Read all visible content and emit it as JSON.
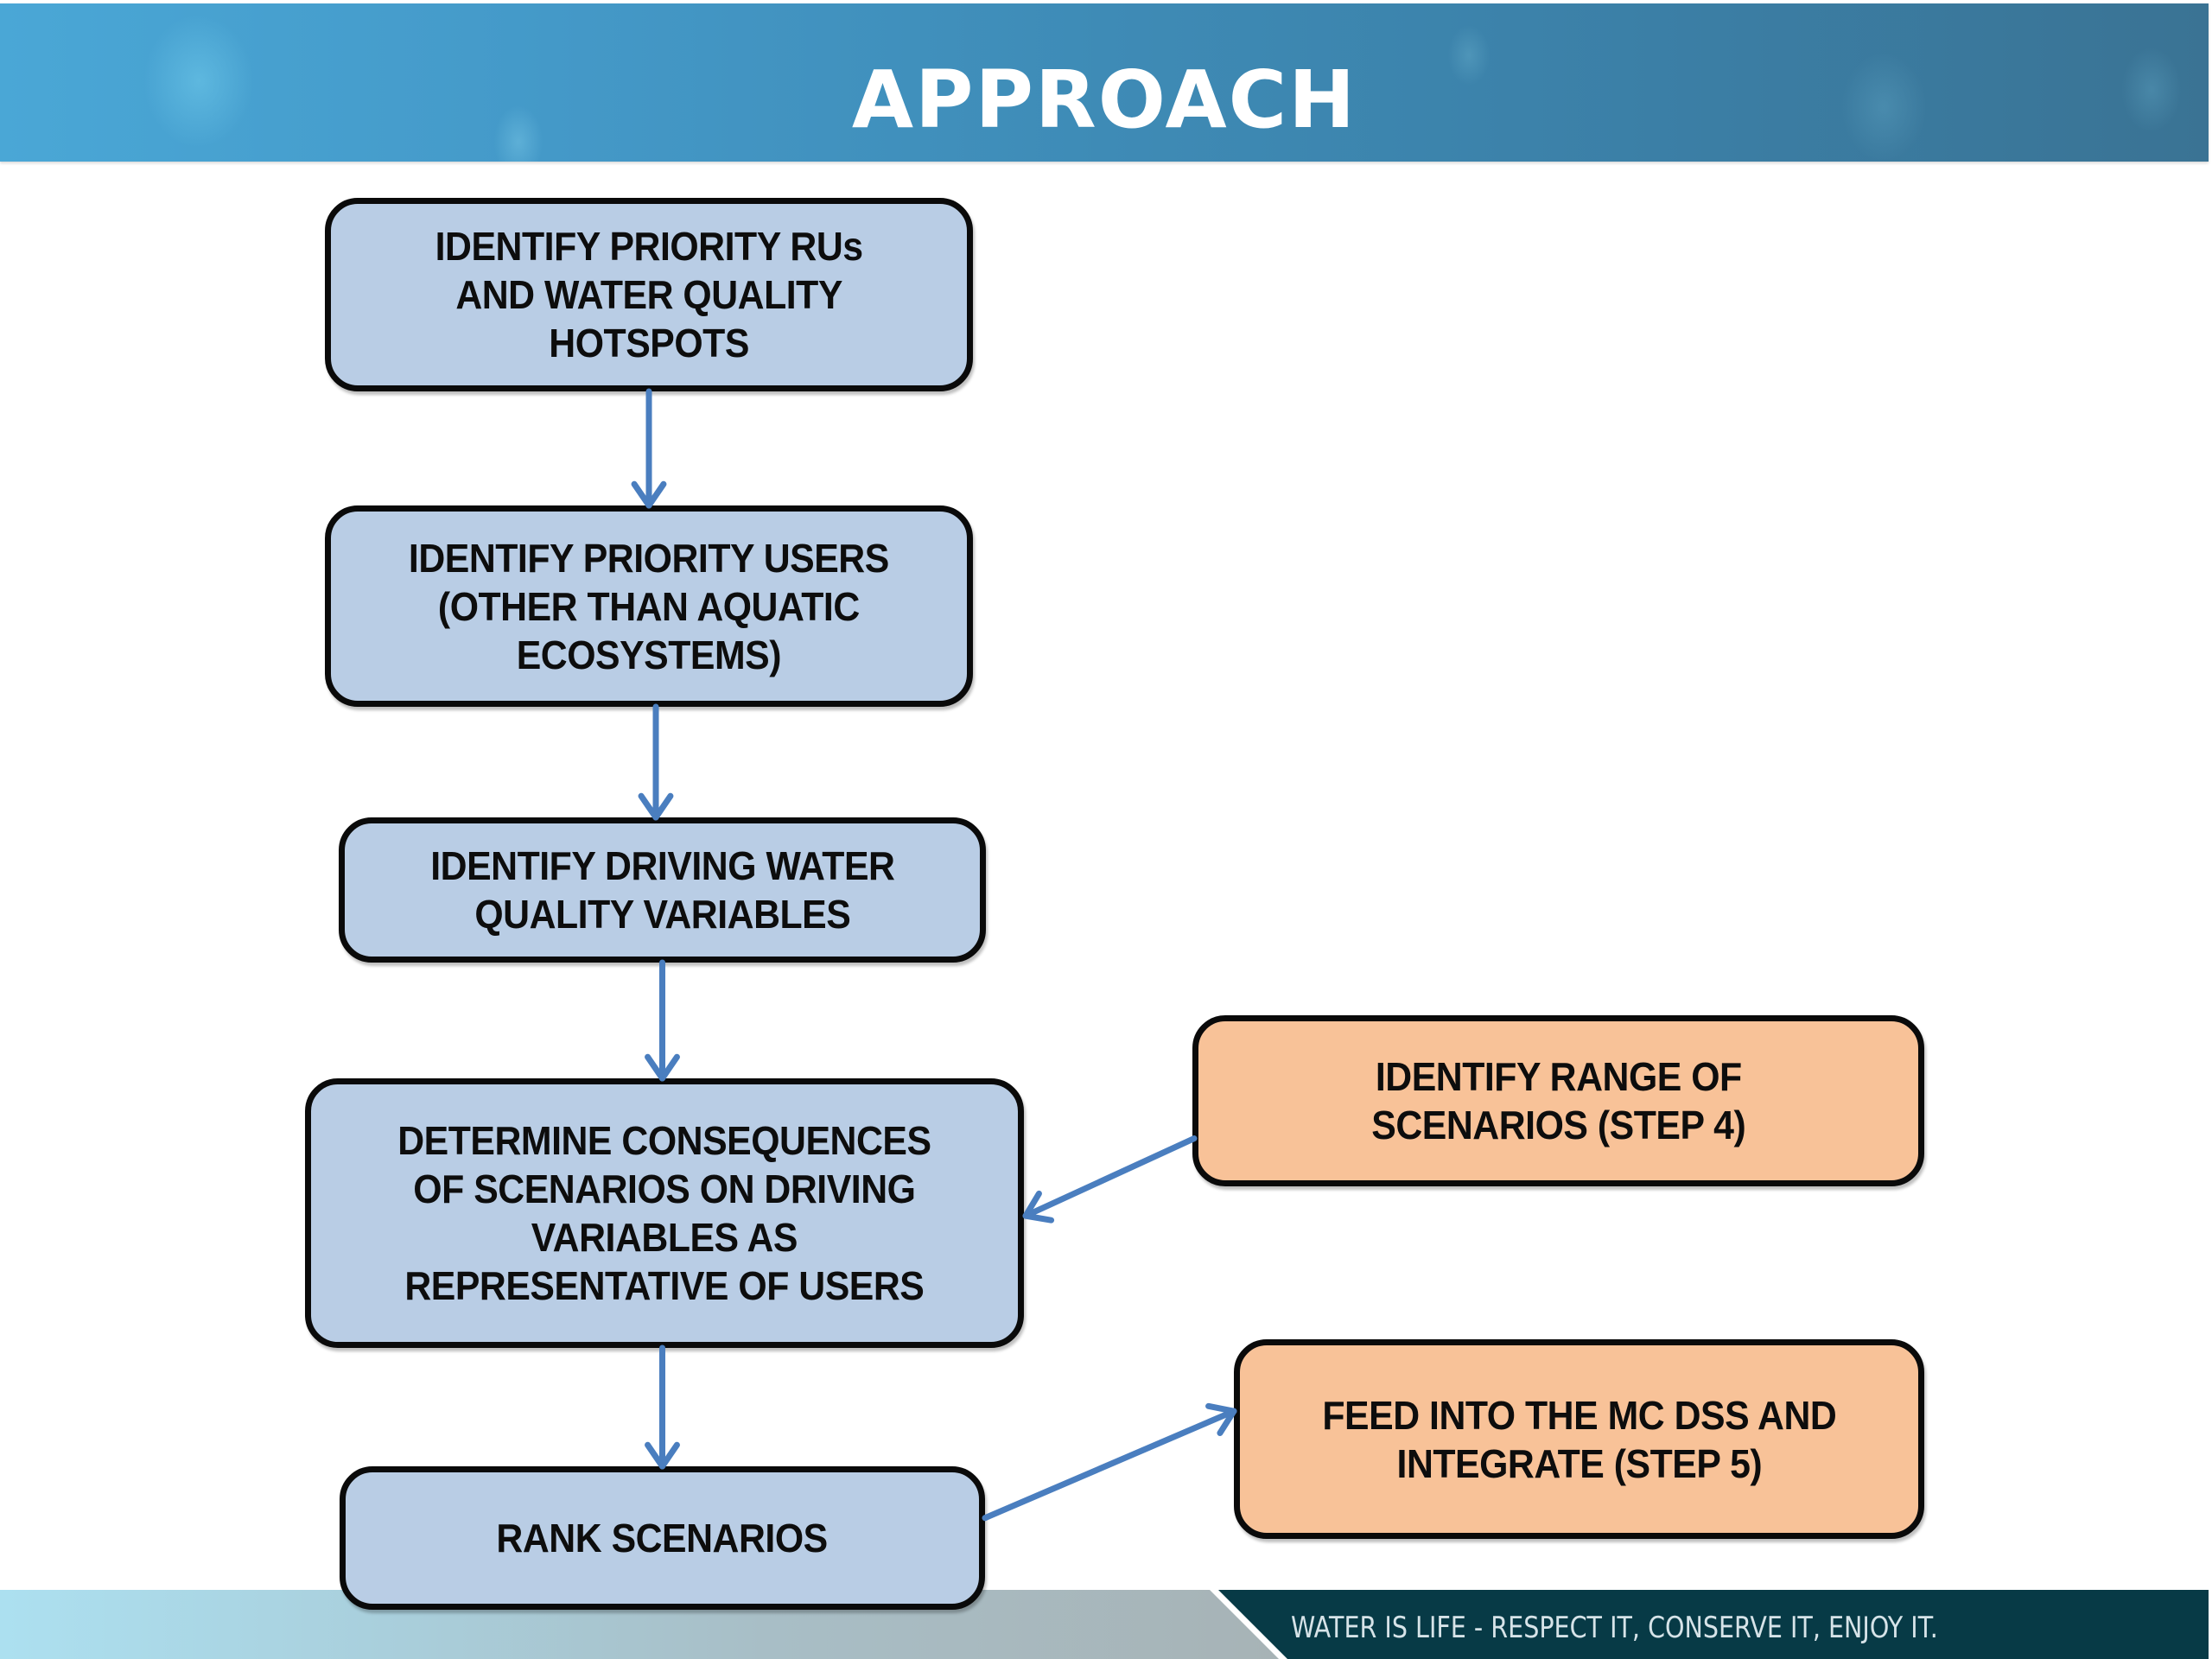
{
  "slide": {
    "title": "APPROACH",
    "footer_tagline": "WATER IS LIFE - RESPECT IT, CONSERVE IT, ENJOY IT."
  },
  "flow": {
    "main_steps": [
      {
        "id": "b1",
        "label": "IDENTIFY PRIORITY RUs\nAND WATER QUALITY\nHOTSPOTS"
      },
      {
        "id": "b2",
        "label": "IDENTIFY PRIORITY USERS\n(OTHER THAN AQUATIC\nECOSYSTEMS)"
      },
      {
        "id": "b3",
        "label": "IDENTIFY DRIVING WATER\nQUALITY VARIABLES"
      },
      {
        "id": "b4",
        "label": "DETERMINE CONSEQUENCES\nOF SCENARIOS ON DRIVING\nVARIABLES AS\nREPRESENTATIVE OF USERS"
      },
      {
        "id": "b5",
        "label": "RANK SCENARIOS"
      }
    ],
    "side_steps": [
      {
        "id": "o1",
        "label": "IDENTIFY RANGE OF\nSCENARIOS (STEP 4)"
      },
      {
        "id": "o2",
        "label": "FEED INTO THE MC DSS AND\nINTEGRATE (STEP 5)"
      }
    ],
    "connections": [
      {
        "from": "b1",
        "to": "b2"
      },
      {
        "from": "b2",
        "to": "b3"
      },
      {
        "from": "b3",
        "to": "b4"
      },
      {
        "from": "b4",
        "to": "b5"
      },
      {
        "from": "o1",
        "to": "b4"
      },
      {
        "from": "b5",
        "to": "o2"
      }
    ]
  },
  "colors": {
    "main_step_fill": "#b9cde5",
    "side_step_fill": "#f8c298",
    "border": "#0a0a0a",
    "arrow": "#4a7ebf",
    "footer_dark": "#073a46"
  }
}
